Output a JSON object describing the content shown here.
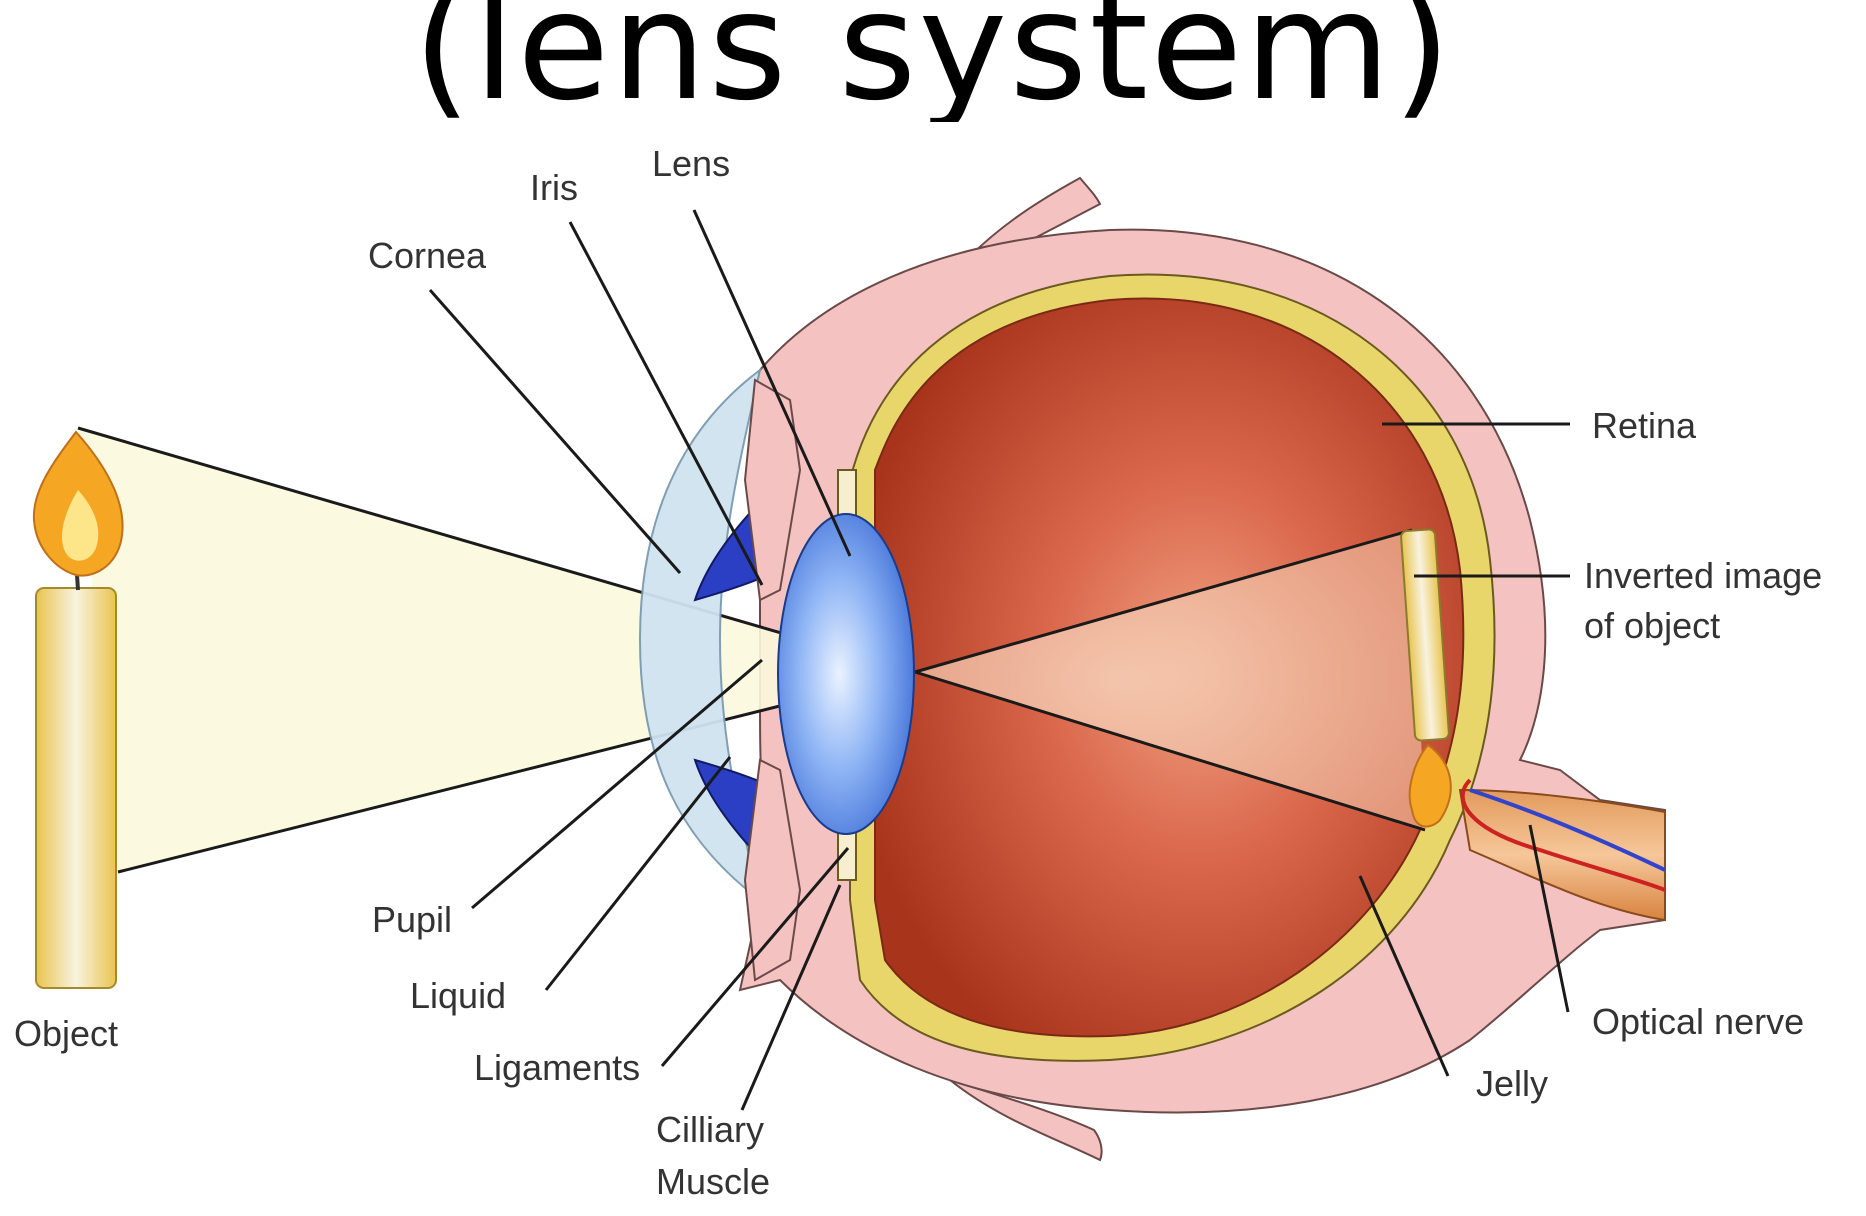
{
  "title": "(lens system)",
  "labels": {
    "lens": "Lens",
    "iris": "Iris",
    "cornea": "Cornea",
    "retina": "Retina",
    "inverted_image_line1": "Inverted image",
    "inverted_image_line2": "of object",
    "pupil": "Pupil",
    "liquid": "Liquid",
    "object": "Object",
    "ligaments": "Ligaments",
    "cilliary_line1": "Cilliary",
    "cilliary_line2": "Muscle",
    "optical_nerve": "Optical nerve",
    "jelly": "Jelly"
  },
  "colors": {
    "sclera": "#f4c2c0",
    "choroid": "#e9d66b",
    "vitreous_dark": "#a8341c",
    "vitreous_light": "#e8846a",
    "cornea": "#cfe3f0",
    "lens": "#5b8fe6",
    "iris": "#2b3fc4",
    "candle": "#f2d36b",
    "light_cone": "#fbf8dc"
  }
}
